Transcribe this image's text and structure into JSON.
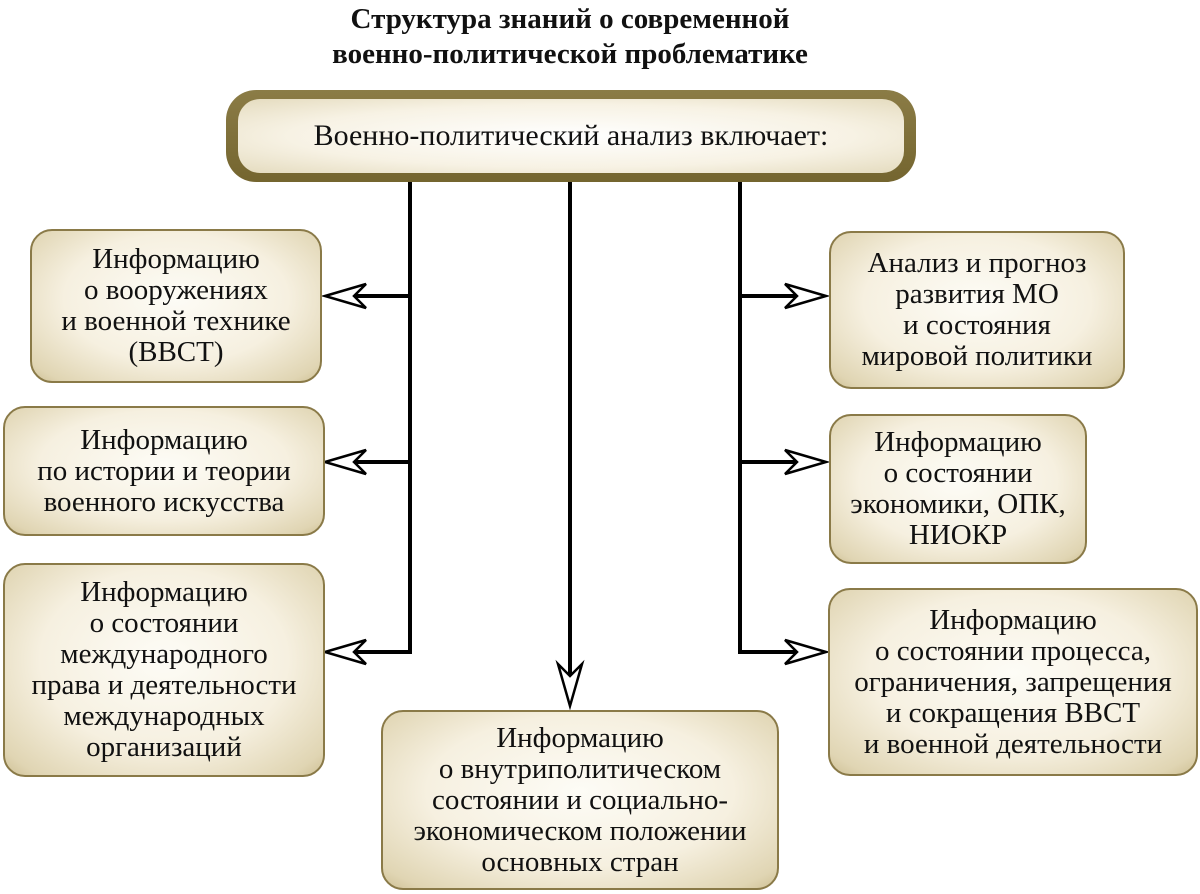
{
  "title": {
    "line1": "Структура знаний о современной",
    "line2": "военно-политической проблематике"
  },
  "root": {
    "label": "Военно-политический анализ включает:"
  },
  "left": [
    {
      "lines": [
        "Информацию",
        "о вооружениях",
        "и военной технике",
        "(ВВСТ)"
      ]
    },
    {
      "lines": [
        "Информацию",
        "по истории и теории",
        "военного искусства"
      ]
    },
    {
      "lines": [
        "Информацию",
        "о состоянии",
        "международного",
        "права и деятельности",
        "международных",
        "организаций"
      ]
    }
  ],
  "center": {
    "lines": [
      "Информацию",
      "о внутриполитическом",
      "состоянии и социально-",
      "экономическом положении",
      "основных стран"
    ]
  },
  "right": [
    {
      "lines": [
        "Анализ и прогноз",
        "развития МО",
        "и состояния",
        "мировой политики"
      ]
    },
    {
      "lines": [
        "Информацию",
        "о состоянии",
        "экономики, ОПК,",
        "НИОКР"
      ]
    },
    {
      "lines": [
        "Информацию",
        "о состоянии процесса,",
        "ограничения, запрещения",
        "и сокращения ВВСТ",
        "и военной деятельности"
      ]
    }
  ],
  "colors": {
    "border": "#8a7a48",
    "frame": "#7c6d38",
    "line": "#000000"
  }
}
